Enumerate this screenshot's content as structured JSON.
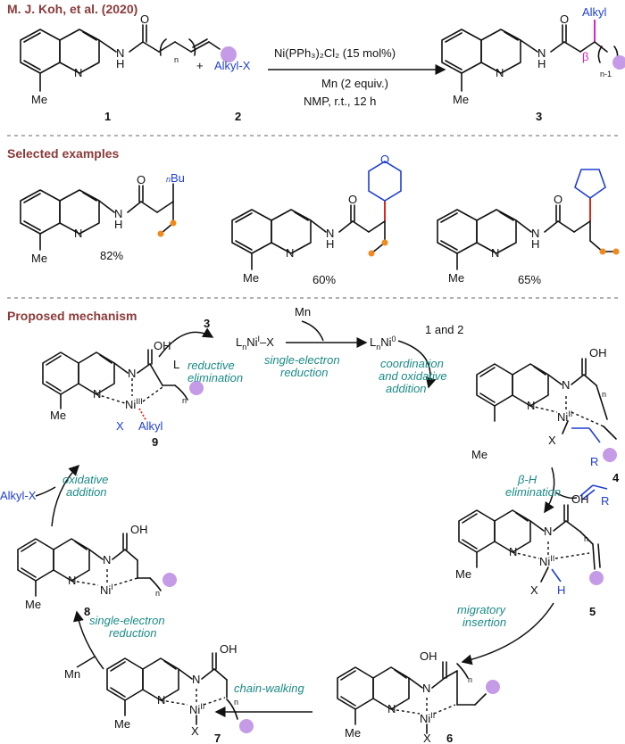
{
  "header": {
    "citation": "M. J. Koh, et al. (2020)"
  },
  "sections": {
    "examples": "Selected examples",
    "mechanism": "Proposed mechanism"
  },
  "reaction": {
    "plus": "+",
    "reagent2": "Alkyl-X",
    "cond1": "Ni(PPh₃)₂Cl₂ (15 mol%)",
    "cond2": "Mn (2 equiv.)",
    "cond3": "NMP, r.t., 12 h",
    "label1": "1",
    "label2": "2",
    "label3": "3",
    "alkyl": "Alkyl",
    "beta": "β",
    "n_sub": "n",
    "nminus1": "n-1"
  },
  "atoms": {
    "O": "O",
    "N": "N",
    "H": "H",
    "Me": "Me",
    "OH": "OH",
    "X": "X",
    "R": "R",
    "L": "L"
  },
  "examples": [
    {
      "substituent": "Bu",
      "prefix": "n",
      "yield": "82%"
    },
    {
      "substituent": "oxane",
      "yield": "60%"
    },
    {
      "substituent": "cyclopentyl",
      "yield": "65%"
    }
  ],
  "mechanism": {
    "steps": {
      "reductive_elimination": [
        "reductive",
        "elimination"
      ],
      "single_electron_reduction_top": [
        "single-electron",
        "reduction"
      ],
      "coordination": [
        "coordination",
        "and oxidative",
        "addition"
      ],
      "beta_h": [
        "β-H",
        "elimination"
      ],
      "migratory": [
        "migratory",
        "insertion"
      ],
      "chain_walking": "chain-walking",
      "single_electron_reduction_bottom": [
        "single-electron",
        "reduction"
      ],
      "oxidative_addition": [
        "oxidative",
        "addition"
      ]
    },
    "species": {
      "product3": "3",
      "LnNiX": "LnNiI–X",
      "Mn_top": "Mn",
      "LnNi0": "LnNi0",
      "one_and_two": "1 and 2",
      "Mn_bottom": "Mn",
      "AlkylX_left": "Alkyl-X",
      "alkyl_9": "Alkyl"
    },
    "labels": {
      "c4": "4",
      "c5": "5",
      "c6": "6",
      "c7": "7",
      "c8": "8",
      "c9": "9"
    },
    "oxidation_states": {
      "III": "III",
      "II": "II",
      "I": "I",
      "zero": "0",
      "L_sub": "n"
    }
  },
  "colors": {
    "section": "#8b3a3a",
    "teal": "#1a8a86",
    "blue": "#1f3fd1",
    "magenta": "#d426c9",
    "purple_ball": "#c59ae6",
    "orange_dot": "#f08a1c",
    "red_bond": "#e0261b"
  }
}
